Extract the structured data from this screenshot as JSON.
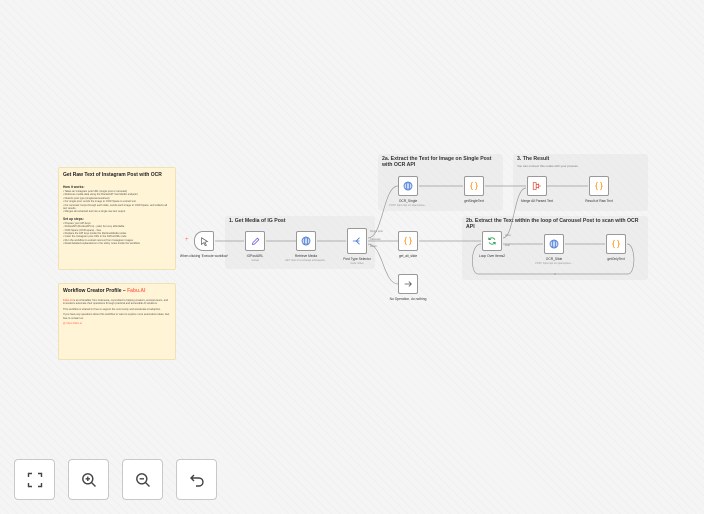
{
  "colors": {
    "accent": "#ff6d5a",
    "sticky": "#fff5d6",
    "node_border": "#999999",
    "blue": "#3b6fd4",
    "orange": "#ff8a00",
    "green": "#2a9d4b",
    "connection": "#9a9a9a"
  },
  "sticky_main": {
    "title": "Get Raw Text of Instagram Post with OCR",
    "how_heading": "How it works:",
    "how_items": [
      "• Takes an Instagram post URL (single post or carousel)",
      "• Retrieves media data using the RocketAPI 'Get Media' endpoint",
      "• Detects post type (single/carousel/reel)",
      "• For single post: sends the image to OCR.Space to extract text",
      "• For carousel: loops through each slide, sends each image to OCR.Space, and collects all text results",
      "• Merges all extracted text into a single raw text output"
    ],
    "setup_heading": "Set up steps:",
    "setup_items": [
      "• Prepare your API keys:",
      "  - RocketAPI (RocketAPI.io) - paid, but very affordable",
      "  - OCR.Space (OCR.space) - free",
      "• Replace the API keys inside the RetrieveMedia nodes",
      "• Insert the Instagram post URL in the IGPostURL node",
      "• Run the workflow to extract raw text from Instagram images",
      "• Read detailed explanations in the sticky notes inside the workflow"
    ]
  },
  "sticky_profile": {
    "title": "Workflow Creator Profile – ",
    "title_name": "Fabu.AI",
    "p1_name": "Fabu.AI",
    "p1": " is an AI Enabler from Indonesia, committed to helping creators, entrepreneurs, and innovators automate their operations through practical and accessible AI solutions.",
    "p2": "This workflow is shared for free to support the community and accelerate AI adoption.",
    "p3": "If you have any questions about this workflow or want to explore more automation ideas, feel free to contact us:",
    "link": "@ https://fabu.ai"
  },
  "groups": {
    "g1": {
      "title": "1. Get Media of IG Post"
    },
    "g2a": {
      "title": "2a. Extract the Text for Image on Single Post with OCR API"
    },
    "g2b": {
      "title": "2b. Extract the Text within the loop of Carousel Post to scan with OCR API"
    },
    "g3": {
      "title": "3. The Result",
      "subtitle": "You can connect this nodes with your process"
    }
  },
  "nodes": {
    "trigger": {
      "label": "When clicking 'Execute workflow'",
      "icon": "cursor-click-icon"
    },
    "igposturl": {
      "label": "IGPostURL",
      "sub": "manual",
      "icon": "pencil-icon"
    },
    "retrievemedia": {
      "label": "Retrieve Media",
      "sub": "GET: https://v1.rocketapi.io/instagram...",
      "icon": "globe-icon"
    },
    "posttype": {
      "label": "Post Type Selector",
      "sub": "mode: Rules",
      "icon": "switch-icon"
    },
    "ocr_single": {
      "label": "OCR_Single",
      "sub": "POST: https://api.ocr.space/parse...",
      "icon": "globe-icon"
    },
    "getsingletext": {
      "label": "getSingleText",
      "icon": "braces-icon"
    },
    "merge": {
      "label": "Merge All Parsed Text",
      "icon": "merge-icon"
    },
    "result": {
      "label": "Result of Raw Text",
      "icon": "braces-icon"
    },
    "get_all_slide": {
      "label": "get_all_slide",
      "icon": "braces-icon"
    },
    "loop": {
      "label": "Loop Over Items2",
      "icon": "loop-icon"
    },
    "ocr_slide": {
      "label": "OCR_Slide",
      "sub": "POST: https://api.ocr.space/parse...",
      "icon": "globe-icon"
    },
    "getonlytext": {
      "label": "getOnlyText",
      "icon": "braces-icon"
    },
    "noop": {
      "label": "No Operation, do nothing",
      "icon": "arrow-right-icon"
    }
  },
  "edge_labels": {
    "single": "Single post",
    "carousel": "Carousel",
    "reels": "Reels",
    "done": "done",
    "loop": "loop"
  },
  "controls": {
    "fit": {
      "title": "Fit view",
      "icon": "fit-view-icon"
    },
    "zoom_in": {
      "title": "Zoom in",
      "icon": "zoom-in-icon"
    },
    "zoom_out": {
      "title": "Zoom out",
      "icon": "zoom-out-icon"
    },
    "reset": {
      "title": "Reset zoom",
      "icon": "undo-icon"
    }
  }
}
